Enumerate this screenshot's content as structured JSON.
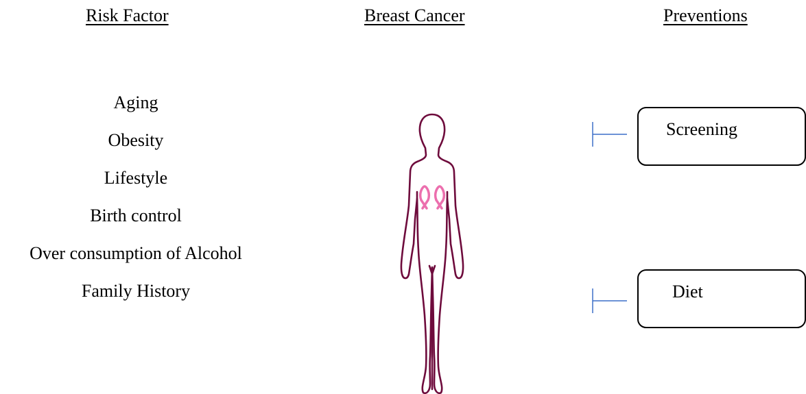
{
  "headers": {
    "risk_factor": "Risk Factor",
    "breast_cancer": "Breast Cancer",
    "preventions": "Preventions"
  },
  "risk_factors": [
    "Aging",
    "Obesity",
    "Lifestyle",
    "Birth control",
    "Over consumption of Alcohol",
    "Family History"
  ],
  "preventions": [
    "Screening",
    "Diet"
  ],
  "colors": {
    "body_outline": "#6e0b3c",
    "ribbon": "#ec6fae",
    "inhibitor_line": "#3c6fc9",
    "box_border": "#000000"
  },
  "icons": {
    "figure": "female-body-outline-icon",
    "ribbon": "pink-ribbon-icon",
    "inhibitor": "inhibition-arrow-icon"
  }
}
